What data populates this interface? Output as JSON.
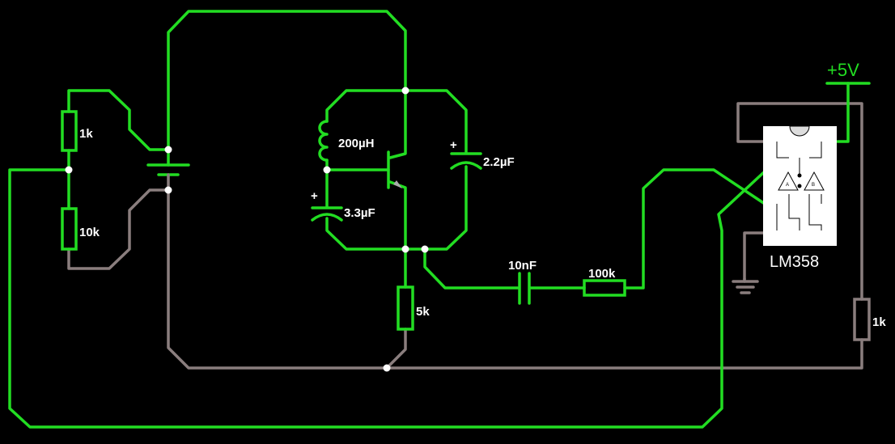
{
  "labels": {
    "r1": "1k",
    "r2": "10k",
    "r_emitter": "5k",
    "r_series": "100k",
    "r_opamp": "1k",
    "inductor": "200µH",
    "c1": "3.3µF",
    "c2": "2.2µF",
    "c_coupling": "10nF",
    "ic": "LM358",
    "supply": "+5V",
    "cap_plus": "+",
    "opamp_a": "A",
    "opamp_b": "B"
  },
  "colors": {
    "voltage_wire": "#22dd22",
    "ground_wire": "#8a7e7e",
    "background": "#000000",
    "ic_body": "#ffffff"
  }
}
